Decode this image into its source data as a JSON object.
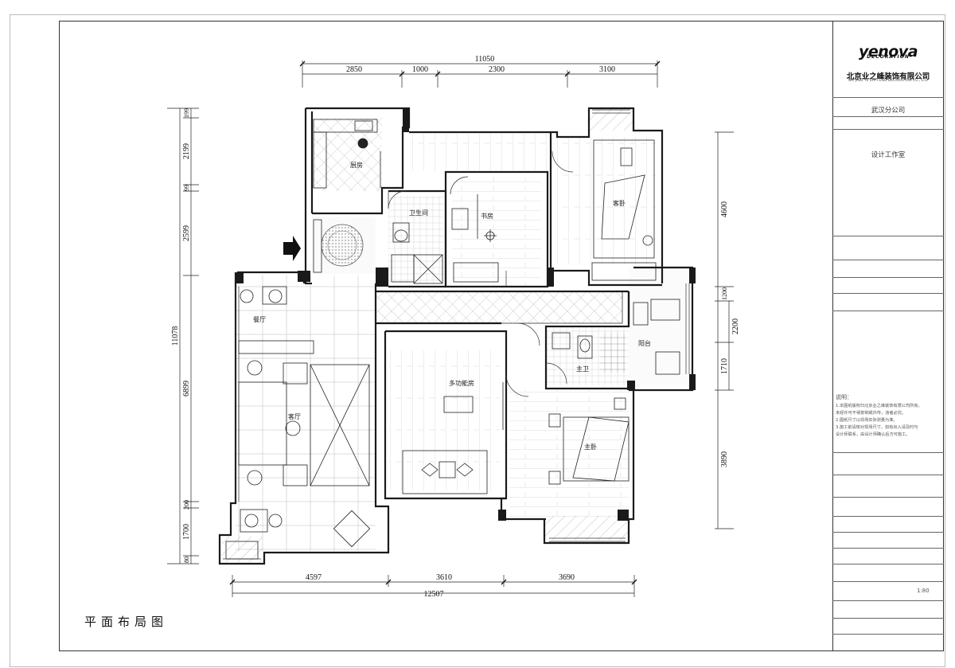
{
  "drawing": {
    "title": "平面布局图",
    "entry_arrow": "entry-arrow"
  },
  "dimensions": {
    "top_overall": "11050",
    "top_segments": [
      "2850",
      "1000",
      "2300",
      "3100"
    ],
    "bottom_overall": "12507",
    "bottom_segments": [
      "4597",
      "3610",
      "3690"
    ],
    "left_overall": "11078",
    "left_segments": [
      "199",
      "2199",
      "99",
      "2599",
      "6899",
      "200",
      "1700",
      "80"
    ],
    "right_segments": [
      "4600",
      "1200",
      "2200",
      "1710",
      "3890"
    ]
  },
  "rooms": [
    {
      "key": "kitchen",
      "label": "厨房"
    },
    {
      "key": "bath_main",
      "label": "卫生间"
    },
    {
      "key": "study",
      "label": "书房"
    },
    {
      "key": "bedroom_top_right",
      "label": "客卧"
    },
    {
      "key": "dining",
      "label": "餐厅"
    },
    {
      "key": "living",
      "label": "客厅"
    },
    {
      "key": "multi",
      "label": "多功能房"
    },
    {
      "key": "bath_master",
      "label": "主卫"
    },
    {
      "key": "master",
      "label": "主卧"
    },
    {
      "key": "balcony",
      "label": "阳台"
    }
  ],
  "title_block": {
    "logo": "yenova",
    "logo_sub": "DECORATION",
    "company": "北京业之峰装饰有限公司",
    "company_en": "BEI JING YE ZHI FENG DECORATION CO., LTD",
    "branch": "武汉分公司",
    "design_dept": "设计工作室",
    "notes_heading": "说明：",
    "notes": [
      "1.本图纸版权归北京业之峰装饰有限公司所有，",
      "未经许可不得复制或外传，违者必究。",
      "2.图纸尺寸以现场实际测量为准。",
      "3.施工前请核对现场尺寸，如有出入请及时与",
      "设计师联系，由设计师确认后方可施工。"
    ],
    "scale_value": "1:80"
  },
  "colors": {
    "line": "#1a1a1a",
    "wall": "#2b2b2b",
    "hatch": "#8a8a8a",
    "light_fill": "#f6f6f6"
  }
}
